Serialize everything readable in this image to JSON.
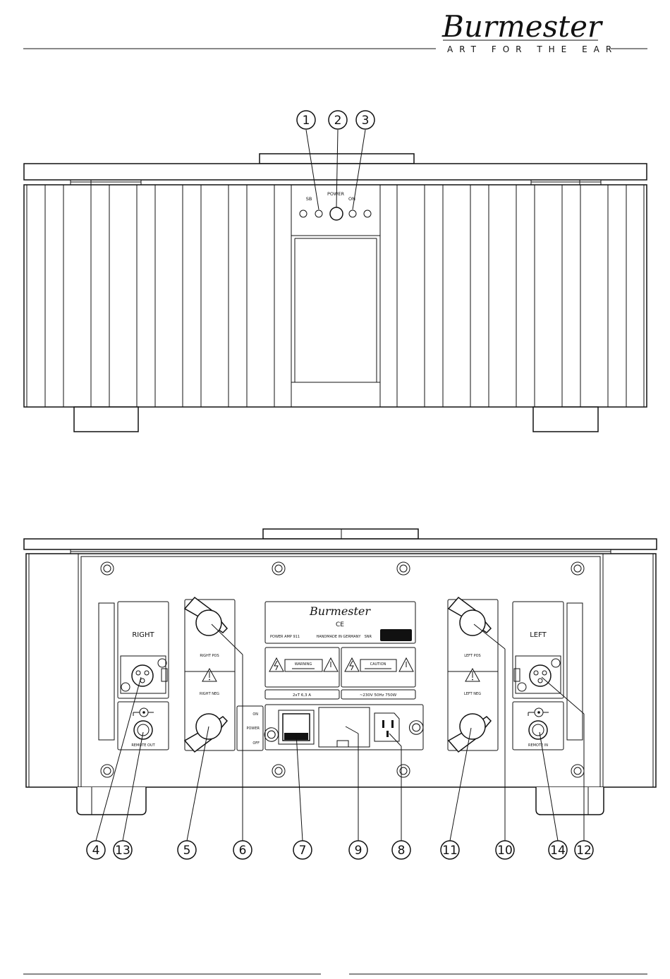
{
  "header": {
    "brand": "Burmester",
    "tagline": "Art for the Ear"
  },
  "front": {
    "labels": {
      "sb": "SB",
      "power": "POWER",
      "on": "ON"
    },
    "callouts": [
      "1",
      "2",
      "3"
    ]
  },
  "rear": {
    "right_label": "RIGHT",
    "left_label": "LEFT",
    "right_pos": "RIGHT POS",
    "right_neg": "RIGHT NEG",
    "left_pos": "LEFT POS",
    "left_neg": "LEFT NEG",
    "remote_out": "REMOTE OUT",
    "remote_in": "REMOTE IN",
    "switch_on": "ON",
    "switch_power": "POWER",
    "switch_off": "OFF",
    "plate_brand": "Burmester",
    "ce_mark": "CE",
    "model": "POWER AMP 911",
    "made": "HANDMADE IN GERMANY",
    "snr": "SNR",
    "warning": "WARNING",
    "caution": "CAUTION",
    "fuse": "2xT 6,3 A",
    "mains": "~230V  50Hz  750W",
    "callouts": [
      "4",
      "13",
      "5",
      "6",
      "7",
      "9",
      "8",
      "11",
      "10",
      "14",
      "12"
    ]
  }
}
